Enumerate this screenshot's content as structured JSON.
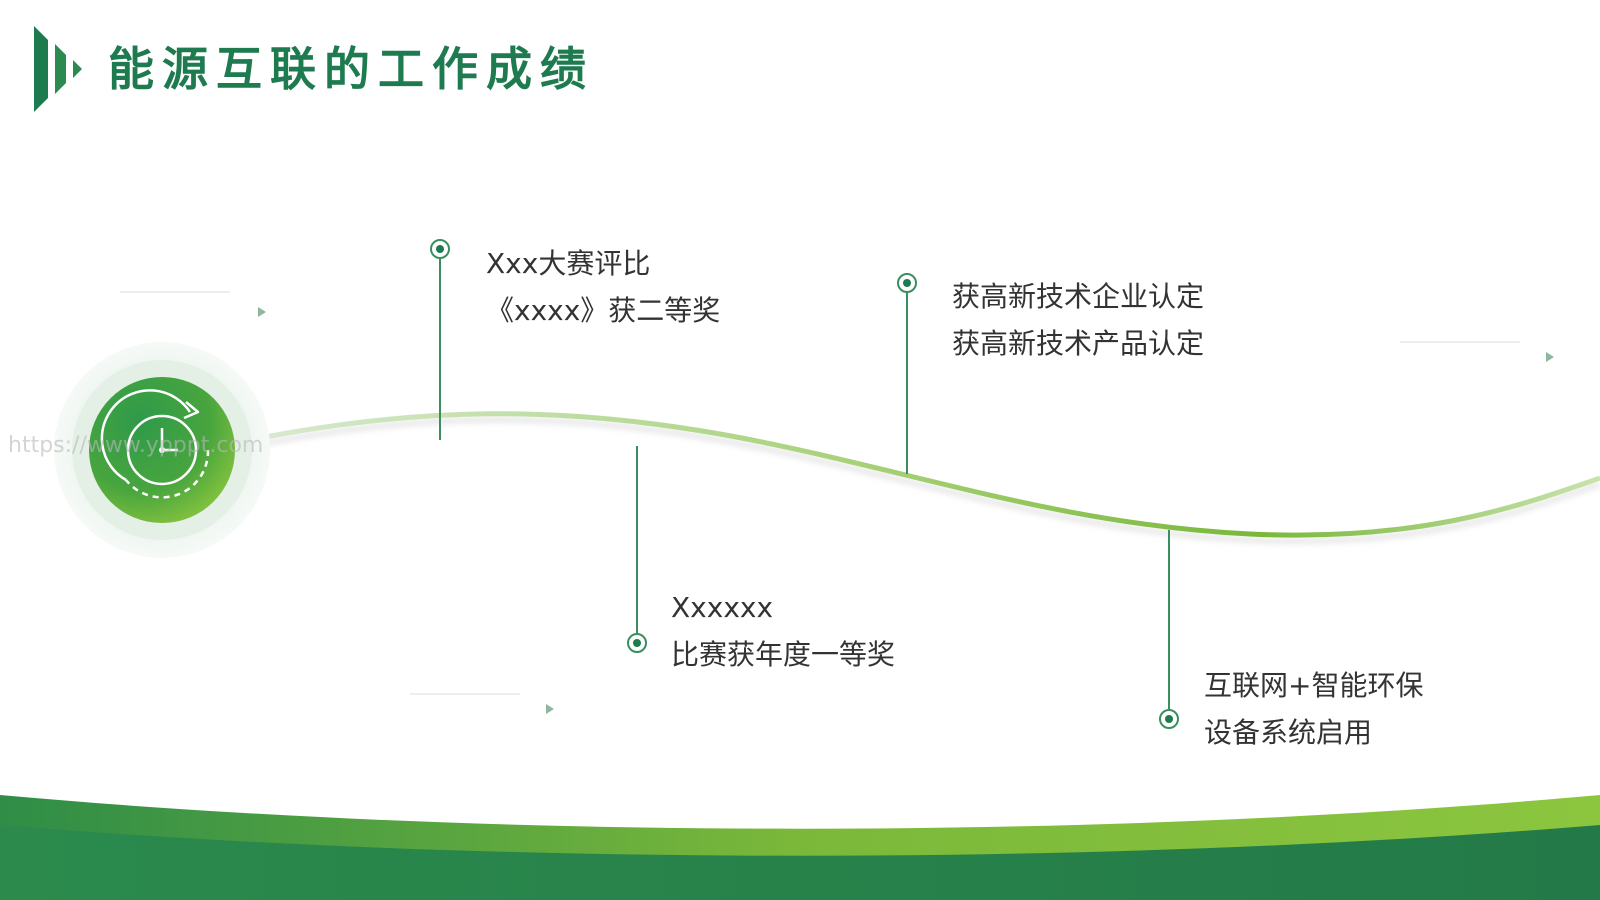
{
  "page": {
    "title": "能源互联的工作成绩",
    "watermark": "https://www.ypppt.com"
  },
  "colors": {
    "dark_green": "#1e7a4f",
    "mid_green": "#3f9a3f",
    "light_green": "#8cc63f",
    "text": "#333333",
    "faint_line": "#bcd6c4"
  },
  "icons": {
    "title_logo": "triple-bar-play-logo-icon",
    "center": "clock-refresh-icon"
  },
  "milestones": [
    {
      "line1": "Xxx大赛评比",
      "line2": "《xxxx》获二等奖"
    },
    {
      "line1": "Xxxxxx",
      "line2": "比赛获年度一等奖"
    },
    {
      "line1": "获高新技术企业认定",
      "line2": "获高新技术产品认定"
    },
    {
      "line1": "互联网+智能环保",
      "line2": "设备系统启用"
    }
  ]
}
